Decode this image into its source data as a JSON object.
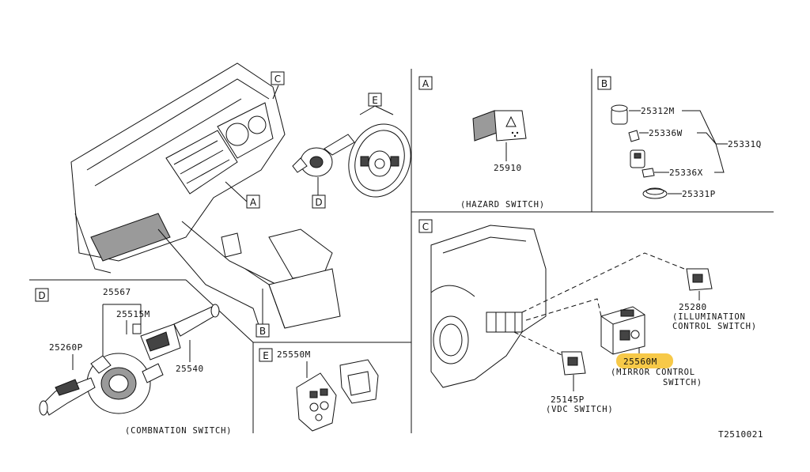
{
  "drawing_id": "T2510021",
  "highlight_color": "#f7c948",
  "sections": {
    "main": {
      "callouts": [
        "A",
        "B",
        "C",
        "D",
        "E"
      ]
    },
    "A": {
      "letter": "A",
      "parts": [
        "25910"
      ],
      "caption": "(HAZARD SWITCH)"
    },
    "B": {
      "letter": "B",
      "parts": [
        "25312M",
        "25336W",
        "25331Q",
        "25336X",
        "25331P"
      ]
    },
    "C": {
      "letter": "C",
      "parts": [
        "25280",
        "25560M",
        "25145P"
      ],
      "captions": {
        "illumination_1": "(ILLUMINATION",
        "illumination_2": "CONTROL SWITCH)",
        "mirror_1": "(MIRROR CONTROL",
        "mirror_2": "SWITCH)",
        "vdc": "(VDC SWITCH)"
      },
      "highlighted_part": "25560M"
    },
    "D": {
      "letter": "D",
      "parts": [
        "25567",
        "25515M",
        "25260P",
        "25540"
      ],
      "caption": "(COMBNATION SWITCH)"
    },
    "E": {
      "letter": "E",
      "parts": [
        "25550M"
      ]
    }
  }
}
